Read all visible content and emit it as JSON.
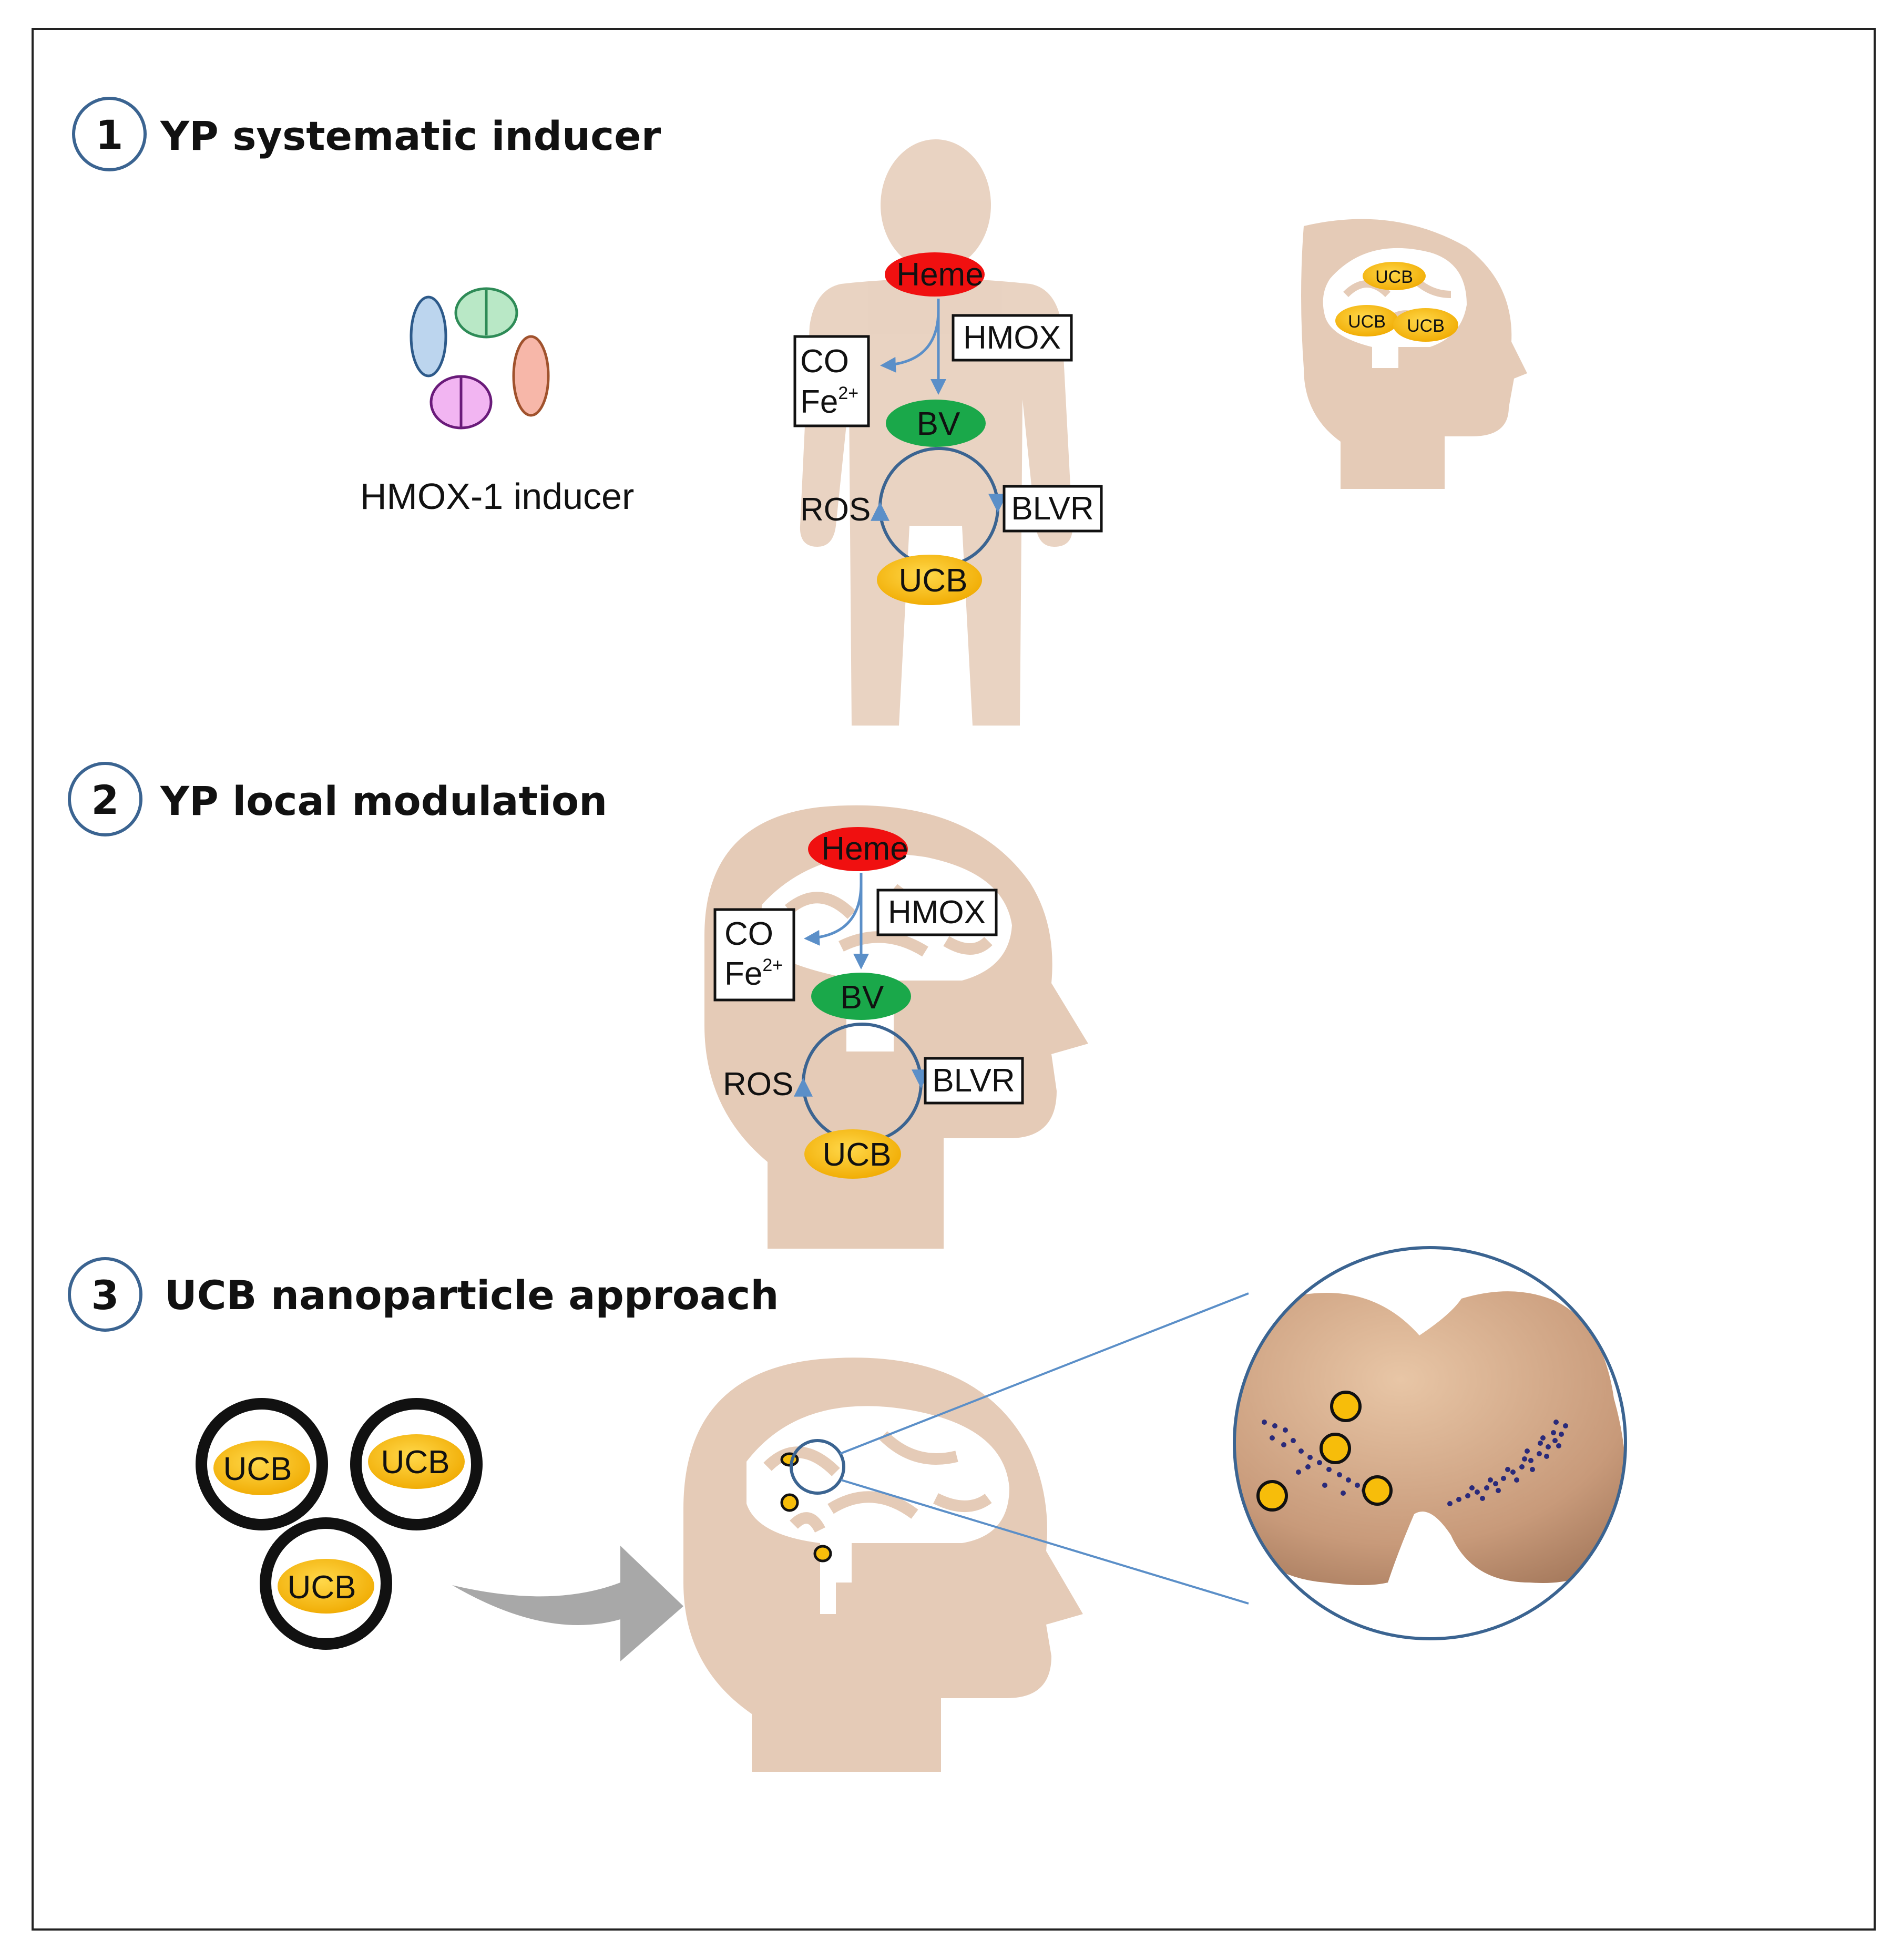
{
  "sections": [
    {
      "number": "1",
      "title": "YP systematic inducer"
    },
    {
      "number": "2",
      "title": "YP local modulation"
    },
    {
      "number": "3",
      "title": "UCB nanoparticle approach"
    }
  ],
  "section1": {
    "pills_caption": "HMOX-1 inducer",
    "pathway": {
      "heme": "Heme",
      "enzyme": "HMOX",
      "byproducts": {
        "co": "CO",
        "fe": "Fe",
        "fe_charge": "2+"
      },
      "bv": "BV",
      "ros": "ROS",
      "reductase": "BLVR",
      "ucb": "UCB"
    },
    "brain_ucb_labels": [
      "UCB",
      "UCB",
      "UCB"
    ]
  },
  "section2": {
    "pathway": {
      "heme": "Heme",
      "enzyme": "HMOX",
      "byproducts": {
        "co": "CO",
        "fe": "Fe",
        "fe_charge": "2+"
      },
      "bv": "BV",
      "ros": "ROS",
      "reductase": "BLVR",
      "ucb": "UCB"
    }
  },
  "section3": {
    "nanoparticle_labels": [
      "UCB",
      "UCB",
      "UCB"
    ]
  },
  "colors": {
    "skin": "#e5cbb7",
    "heme": "#f01010",
    "bv": "#1aa84a",
    "ucb": "#f7bd0a",
    "circle_stroke": "#3b6491",
    "arrow_blue": "#5b8fc8",
    "tissue": "#c99878",
    "dots": "#2a2a7a"
  }
}
